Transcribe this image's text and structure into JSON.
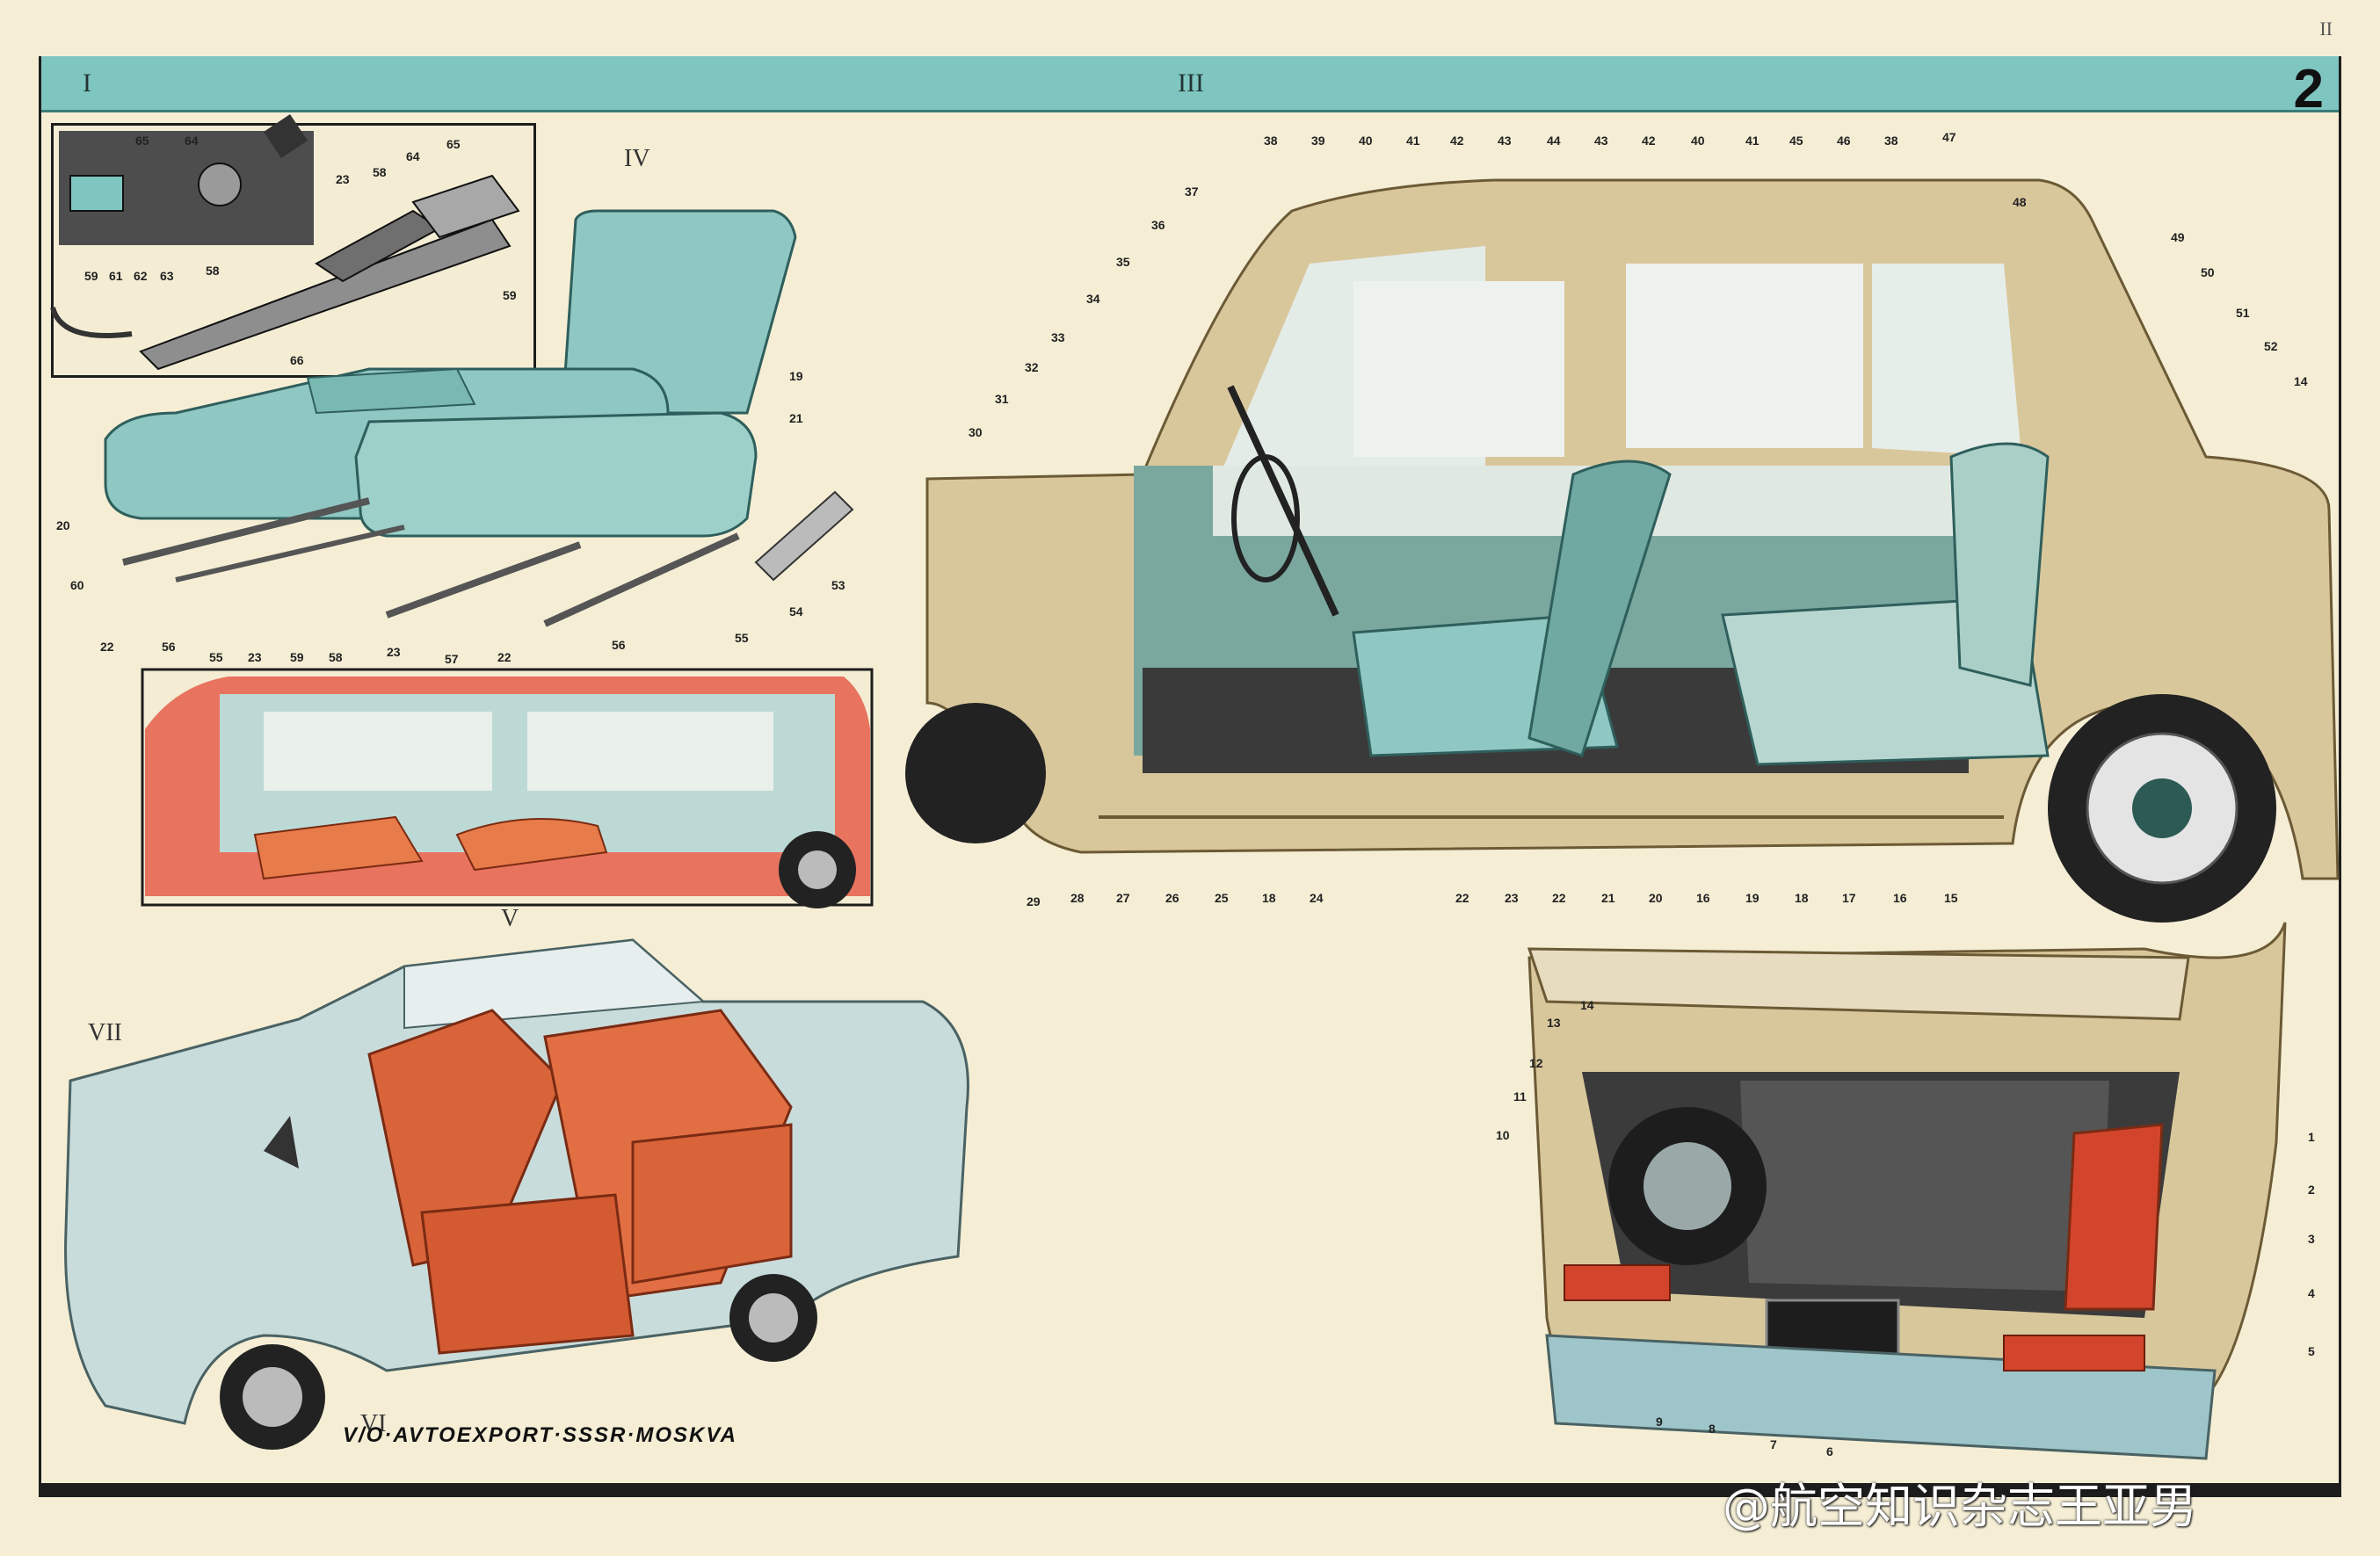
{
  "header": {
    "section_i": "I",
    "section_iii": "III",
    "sheet_number": "2",
    "corner_mark": "II"
  },
  "sections": {
    "iv": "IV",
    "v": "V",
    "vi": "VI",
    "vii": "VII"
  },
  "footer_text": "V/O·AVTOEXPORT·SSSR·MOSKVA",
  "watermark": "@航空知识杂志王亚男",
  "colors": {
    "band": "#7fc6c0",
    "seat_teal": "#8fc7c2",
    "car_beige": "#d9c79c",
    "red_car": "#e8735e",
    "blue_car": "#c9dcdc",
    "orange_seats": "#d9643a"
  },
  "callouts_inset": [
    "65",
    "64",
    "23",
    "58",
    "64",
    "65",
    "59",
    "61",
    "62",
    "63",
    "58",
    "59",
    "66"
  ],
  "callouts_seats": [
    "19",
    "21",
    "20",
    "60",
    "22",
    "56",
    "55",
    "23",
    "59",
    "58",
    "23",
    "57",
    "22",
    "56",
    "55",
    "54",
    "53"
  ],
  "callouts_top": [
    "38",
    "39",
    "40",
    "41",
    "42",
    "43",
    "44",
    "43",
    "42",
    "40",
    "41",
    "45",
    "46",
    "38",
    "47",
    "48",
    "49",
    "50",
    "51",
    "52",
    "14",
    "37",
    "36",
    "35",
    "34",
    "33",
    "32",
    "31",
    "30"
  ],
  "callouts_bottom": [
    "29",
    "28",
    "27",
    "26",
    "25",
    "18",
    "24",
    "22",
    "23",
    "22",
    "21",
    "20",
    "16",
    "19",
    "18",
    "17",
    "16",
    "15"
  ],
  "callouts_trunk": [
    "14",
    "13",
    "12",
    "11",
    "10",
    "1",
    "2",
    "3",
    "4",
    "5",
    "9",
    "8",
    "7",
    "6"
  ]
}
